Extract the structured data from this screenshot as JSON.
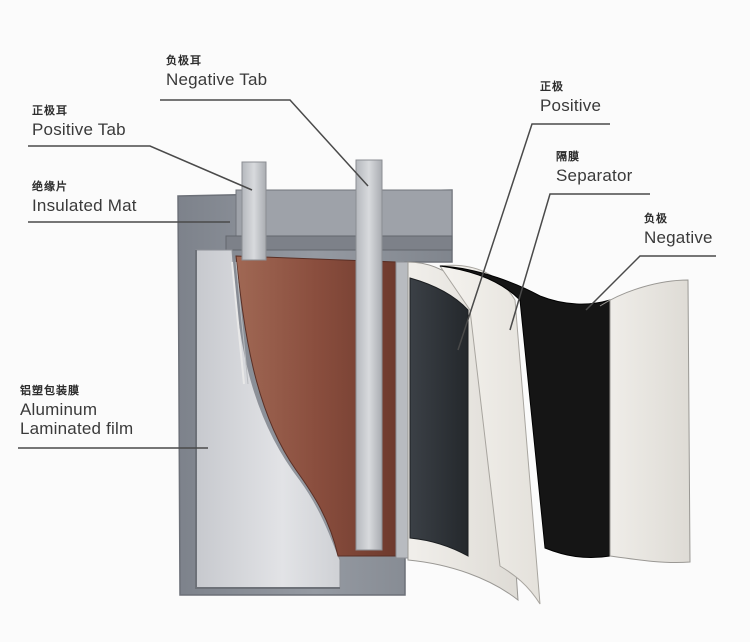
{
  "labels": {
    "negative_tab": {
      "cn": "负极耳",
      "en": "Negative Tab"
    },
    "positive_tab": {
      "cn": "正极耳",
      "en": "Positive Tab"
    },
    "insulated_mat": {
      "cn": "绝缘片",
      "en": "Insulated Mat"
    },
    "aluminum_film": {
      "cn": "铝塑包装膜",
      "en": [
        "Aluminum",
        "Laminated film"
      ]
    },
    "positive": {
      "cn": "正极",
      "en": "Positive"
    },
    "separator": {
      "cn": "隔膜",
      "en": "Separator"
    },
    "negative": {
      "cn": "负极",
      "en": "Negative"
    }
  },
  "colors": {
    "background": "#fbfbfb",
    "casing": "#8c9098",
    "casing_light": "#d9dade",
    "electrode_copper": "#8a4e3e",
    "positive_sheet": "#2f3338",
    "separator_sheet": "#ece9e4",
    "negative_sheet": "#151515",
    "tab": "#c9cbcf",
    "leader_line": "#4a4a4a"
  }
}
